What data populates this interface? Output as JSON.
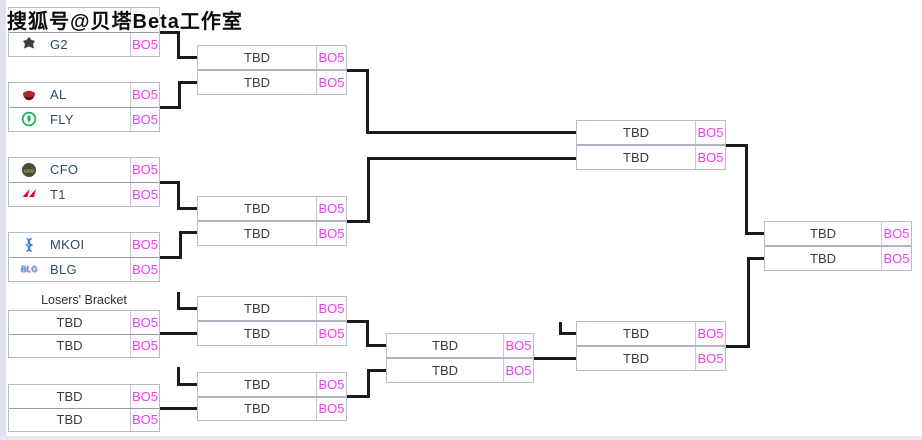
{
  "watermark": "搜狐号@贝塔Beta工作室",
  "losers_bracket_label": "Losers' Bracket",
  "colors": {
    "bo5_magenta": "#ed43ed",
    "team_name_navy": "#2d4b68",
    "connector_black": "#1b1b1b",
    "box_border_gray": "#b7bdc6"
  },
  "bracket": {
    "matches": [
      {
        "id": "w-r1-m1",
        "rows": [
          {
            "team": "",
            "bo": "",
            "logo": ""
          },
          {
            "team": "G2",
            "bo": "BO5",
            "logo": "g2-logo"
          }
        ]
      },
      {
        "id": "w-r1-m2",
        "rows": [
          {
            "team": "AL",
            "bo": "BO5",
            "logo": "al-logo"
          },
          {
            "team": "FLY",
            "bo": "BO5",
            "logo": "fly-logo"
          }
        ]
      },
      {
        "id": "w-r1-m3",
        "rows": [
          {
            "team": "CFO",
            "bo": "BO5",
            "logo": "cfo-logo"
          },
          {
            "team": "T1",
            "bo": "BO5",
            "logo": "t1-logo"
          }
        ]
      },
      {
        "id": "w-r1-m4",
        "rows": [
          {
            "team": "MKOI",
            "bo": "BO5",
            "logo": "mkoi-logo"
          },
          {
            "team": "BLG",
            "bo": "BO5",
            "logo": "blg-logo"
          }
        ]
      },
      {
        "id": "l-r1-m1",
        "rows": [
          {
            "team": "TBD",
            "bo": "BO5",
            "logo": ""
          },
          {
            "team": "TBD",
            "bo": "BO5",
            "logo": ""
          }
        ]
      },
      {
        "id": "l-r1-m2",
        "rows": [
          {
            "team": "TBD",
            "bo": "BO5",
            "logo": ""
          },
          {
            "team": "TBD",
            "bo": "BO5",
            "logo": ""
          }
        ]
      },
      {
        "id": "w-r2-m1",
        "rows": [
          {
            "team": "TBD",
            "bo": "BO5",
            "logo": ""
          },
          {
            "team": "TBD",
            "bo": "BO5",
            "logo": ""
          }
        ]
      },
      {
        "id": "w-r2-m2",
        "rows": [
          {
            "team": "TBD",
            "bo": "BO5",
            "logo": ""
          },
          {
            "team": "TBD",
            "bo": "BO5",
            "logo": ""
          }
        ]
      },
      {
        "id": "l-r2-m1",
        "rows": [
          {
            "team": "TBD",
            "bo": "BO5",
            "logo": ""
          },
          {
            "team": "TBD",
            "bo": "BO5",
            "logo": ""
          }
        ]
      },
      {
        "id": "l-r2-m2",
        "rows": [
          {
            "team": "TBD",
            "bo": "BO5",
            "logo": ""
          },
          {
            "team": "TBD",
            "bo": "BO5",
            "logo": ""
          }
        ]
      },
      {
        "id": "l-sf",
        "rows": [
          {
            "team": "TBD",
            "bo": "BO5",
            "logo": ""
          },
          {
            "team": "TBD",
            "bo": "BO5",
            "logo": ""
          }
        ]
      },
      {
        "id": "w-final",
        "rows": [
          {
            "team": "TBD",
            "bo": "BO5",
            "logo": ""
          },
          {
            "team": "TBD",
            "bo": "BO5",
            "logo": ""
          }
        ]
      },
      {
        "id": "l-final",
        "rows": [
          {
            "team": "TBD",
            "bo": "BO5",
            "logo": ""
          },
          {
            "team": "TBD",
            "bo": "BO5",
            "logo": ""
          }
        ]
      },
      {
        "id": "grand-final",
        "rows": [
          {
            "team": "TBD",
            "bo": "BO5",
            "logo": ""
          },
          {
            "team": "TBD",
            "bo": "BO5",
            "logo": ""
          }
        ]
      }
    ]
  }
}
